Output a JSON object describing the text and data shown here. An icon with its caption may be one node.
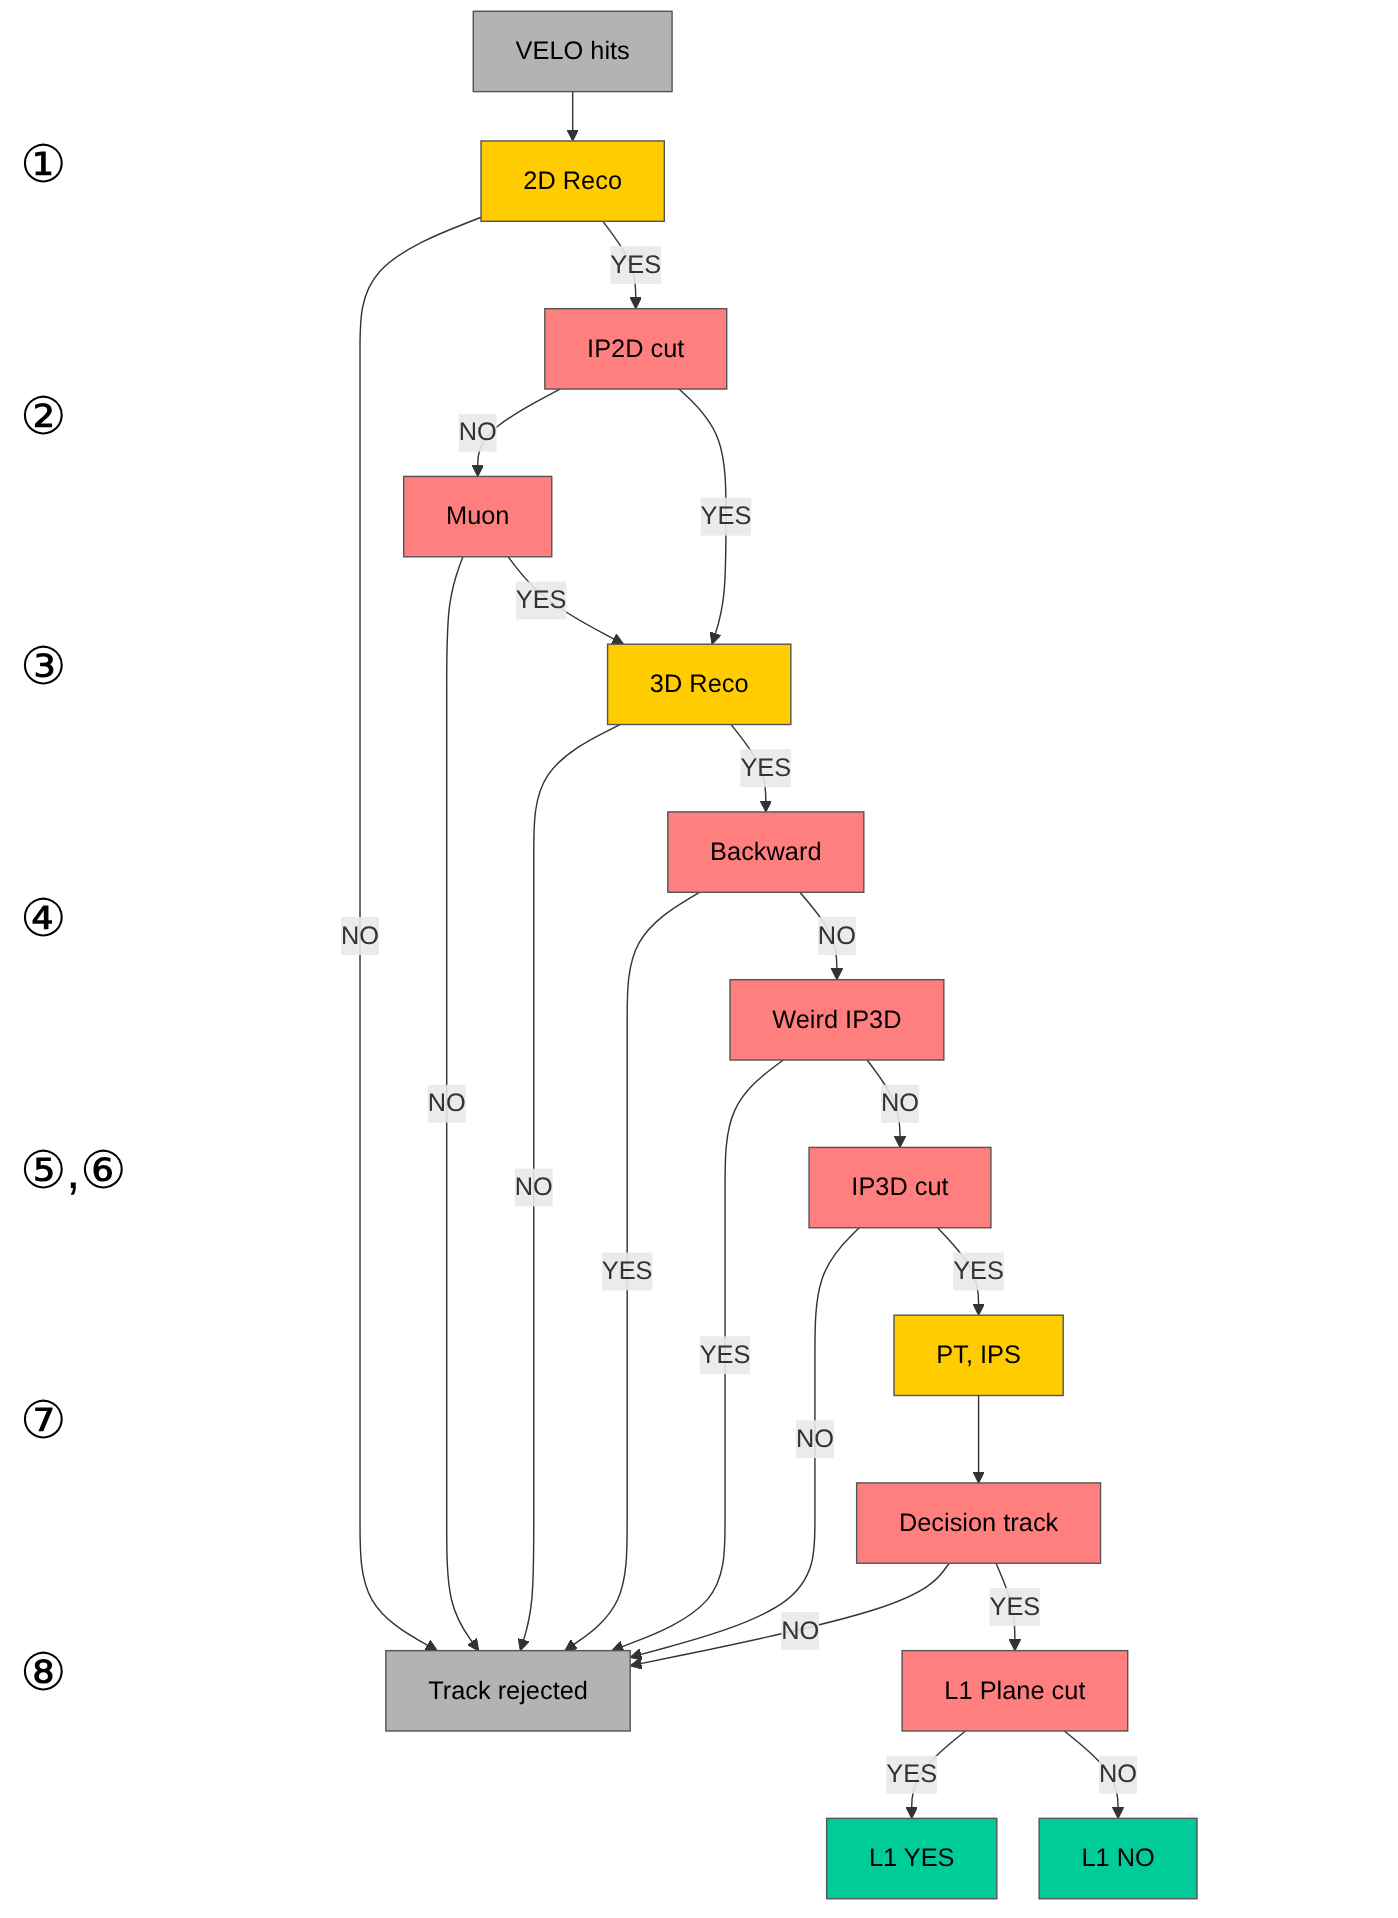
{
  "diagram": {
    "nodes": [
      {
        "text": [
          "VELO hits"
        ]
      },
      {
        "text": [
          "2D Reco"
        ]
      },
      {
        "text": [
          "IP2D cut"
        ]
      },
      {
        "text": [
          "Muon"
        ]
      },
      {
        "text": [
          "3D Reco"
        ]
      },
      {
        "text": [
          "Backward"
        ]
      },
      {
        "text": [
          "Weird IP3D"
        ]
      },
      {
        "text": [
          "IP3D cut"
        ]
      },
      {
        "text": [
          "PT, IPS"
        ]
      },
      {
        "text": [
          "Decision track"
        ]
      },
      {
        "text": [
          "L1 Plane cut"
        ]
      },
      {
        "text": [
          "L1 YES"
        ]
      },
      {
        "text": [
          "L1 NO"
        ]
      },
      {
        "text": [
          "Track rejected"
        ]
      }
    ],
    "edges": [
      {
        "from": 0,
        "to": 1,
        "arrow": "to"
      },
      {
        "from": 1,
        "to": 13,
        "arrow": "to",
        "label": "NO"
      },
      {
        "from": 1,
        "to": 2,
        "arrow": "to",
        "label": "YES"
      },
      {
        "from": 2,
        "to": 3,
        "arrow": "to",
        "label": "NO"
      },
      {
        "from": 3,
        "to": 13,
        "arrow": "to",
        "label": "NO"
      },
      {
        "from": 2,
        "to": 4,
        "arrow": "to",
        "label": "YES"
      },
      {
        "from": 3,
        "to": 4,
        "arrow": "to",
        "label": "YES"
      },
      {
        "from": 4,
        "to": 13,
        "arrow": "to",
        "label": "NO"
      },
      {
        "from": 4,
        "to": 5,
        "arrow": "to",
        "label": "YES"
      },
      {
        "from": 5,
        "to": 13,
        "arrow": "to",
        "label": "YES"
      },
      {
        "from": 5,
        "to": 6,
        "arrow": "to",
        "label": "NO"
      },
      {
        "from": 6,
        "to": 13,
        "arrow": "to",
        "label": "YES"
      },
      {
        "from": 6,
        "to": 7,
        "arrow": "to",
        "label": "NO"
      },
      {
        "from": 7,
        "to": 13,
        "arrow": "to",
        "label": "NO"
      },
      {
        "from": 7,
        "to": 8,
        "arrow": "to",
        "label": "YES"
      },
      {
        "from": 8,
        "to": 9,
        "arrow": "to"
      },
      {
        "from": 9,
        "to": 13,
        "arrow": "to",
        "label": "NO"
      },
      {
        "from": 9,
        "to": 10,
        "arrow": "to",
        "label": "YES"
      },
      {
        "from": 10,
        "to": 11,
        "arrow": "to",
        "label": "YES"
      },
      {
        "from": 10,
        "to": 12,
        "arrow": "to",
        "label": "NO"
      }
    ],
    "labels": [
      "①",
      "②",
      "③",
      "④",
      "⑤,⑥",
      "⑦",
      "⑧"
    ]
  }
}
